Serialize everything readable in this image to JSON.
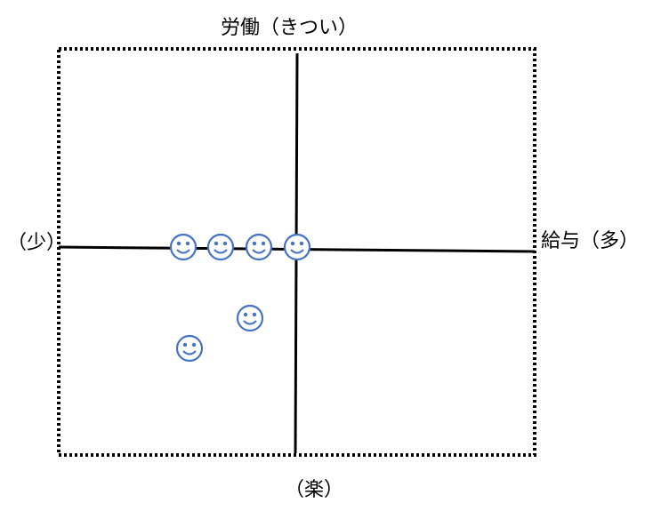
{
  "labels": {
    "top": "労働（きつい）",
    "left": "（少）",
    "right": "給与（多）",
    "bottom": "（楽）"
  },
  "colors": {
    "frame": "#000000",
    "axis": "#000000",
    "smiley": "#4472c4"
  },
  "icons": {
    "marker": "smiley-icon"
  },
  "marker_count": 6
}
